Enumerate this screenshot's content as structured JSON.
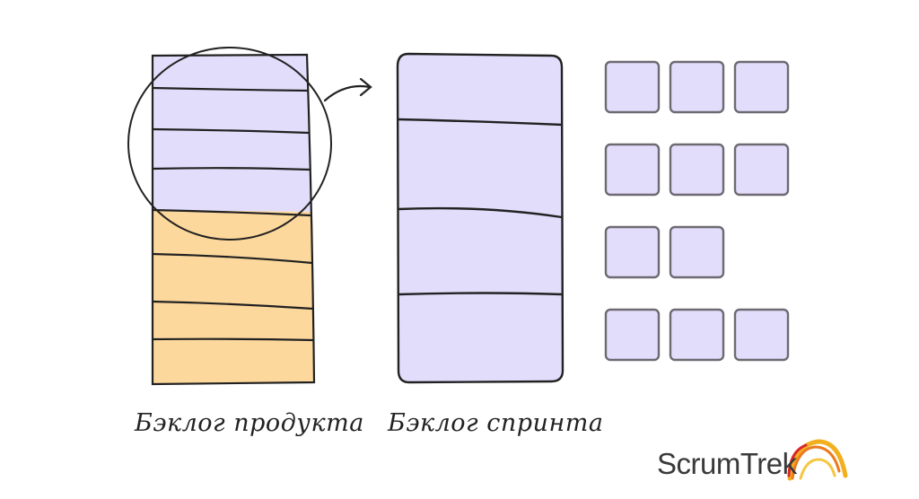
{
  "labels": {
    "product_backlog": "Бэклог продукта",
    "sprint_backlog": "Бэклог спринта"
  },
  "logo": {
    "text": "ScrumTrek"
  },
  "colors": {
    "selected": "#e3ddfc",
    "remaining": "#fdd89c",
    "stroke": "#222222"
  },
  "product_backlog": {
    "selected_items": 4,
    "remaining_items": 4
  },
  "sprint_backlog": {
    "items": 4
  },
  "tasks": {
    "rows": [
      3,
      3,
      2,
      3
    ]
  }
}
